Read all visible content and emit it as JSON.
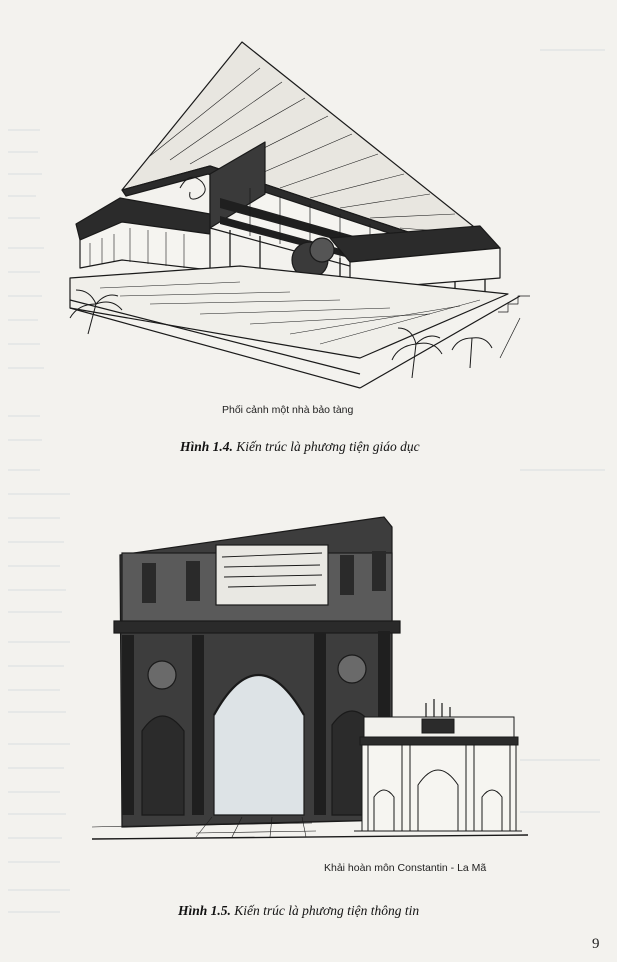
{
  "figures": [
    {
      "subcaption": "Phối cảnh một nhà bảo tàng",
      "caption_label": "Hình 1.4.",
      "caption_text": "Kiến trúc là phương tiện giáo dục",
      "illustration": "museum-perspective-sketch"
    },
    {
      "subcaption": "Khải hoàn môn Constantin - La Mã",
      "caption_label": "Hình 1.5.",
      "caption_text": "Kiến trúc là phương tiện thông tin",
      "illustration": "triumphal-arch-sketch"
    }
  ],
  "page_number": "9",
  "colors": {
    "paper": "#f3f2ee",
    "ink": "#1a1a1a",
    "bleed": "#b9c6cf"
  }
}
